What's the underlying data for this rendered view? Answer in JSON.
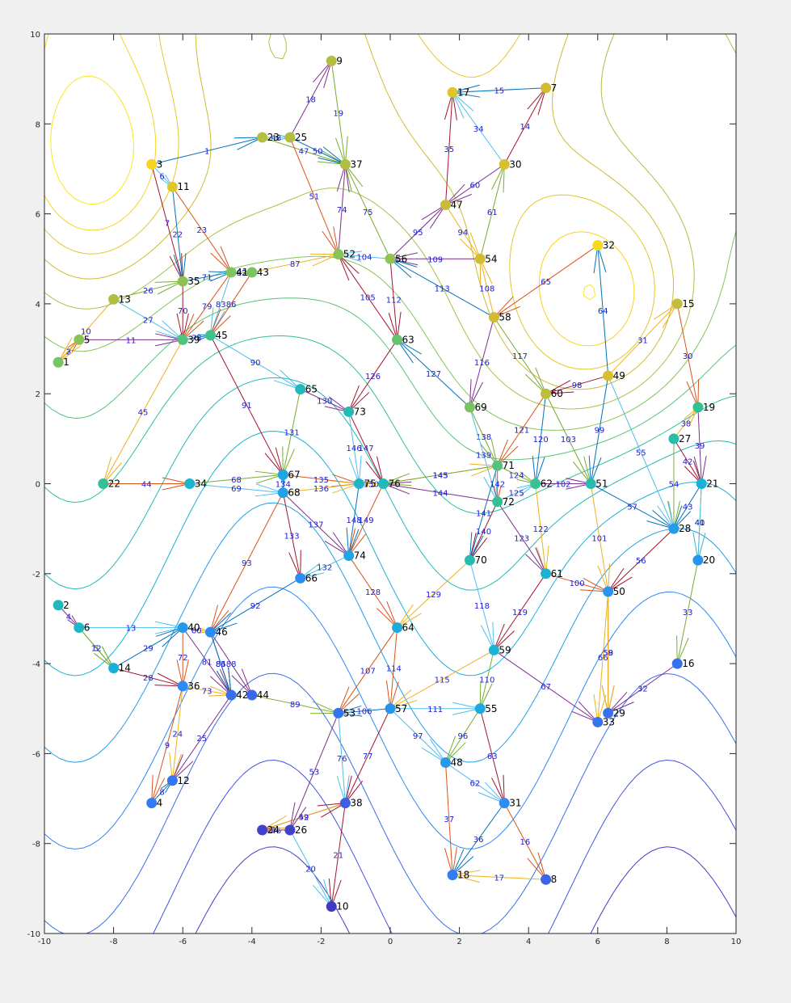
{
  "chart_data": {
    "type": "scatter",
    "title": "",
    "xlabel": "",
    "ylabel": "",
    "xlim": [
      -10,
      10
    ],
    "ylim": [
      -10,
      10
    ],
    "xticks": [
      -10,
      -8,
      -6,
      -4,
      -2,
      0,
      2,
      4,
      6,
      8,
      10
    ],
    "yticks": [
      -10,
      -8,
      -6,
      -4,
      -2,
      0,
      2,
      4,
      6,
      8,
      10
    ],
    "contour_field": "exp-gaussian-bumps",
    "colors": {
      "axes_bg": "#ffffff",
      "figure_bg": "#f0f0f0",
      "edge_palette": [
        "#0072bd",
        "#d95319",
        "#edb120",
        "#7e2f8e",
        "#77ac30",
        "#4dbeee",
        "#a2142f"
      ],
      "level_palette": [
        "#3e26a8",
        "#4352e1",
        "#2e87f7",
        "#19b2d8",
        "#2ec09a",
        "#82c55a",
        "#cfba33",
        "#f8d220",
        "#f9fb15"
      ]
    },
    "nodes": [
      {
        "id": 1,
        "x": -9.6,
        "y": 2.7
      },
      {
        "id": 2,
        "x": -9.6,
        "y": -2.7
      },
      {
        "id": 3,
        "x": -6.9,
        "y": 7.1
      },
      {
        "id": 4,
        "x": -6.9,
        "y": -7.1
      },
      {
        "id": 5,
        "x": -9.0,
        "y": 3.2
      },
      {
        "id": 6,
        "x": -9.0,
        "y": -3.2
      },
      {
        "id": 7,
        "x": 4.5,
        "y": 8.8
      },
      {
        "id": 8,
        "x": 4.5,
        "y": -8.8
      },
      {
        "id": 9,
        "x": -1.7,
        "y": 9.4
      },
      {
        "id": 10,
        "x": -1.7,
        "y": -9.4
      },
      {
        "id": 11,
        "x": -6.3,
        "y": 6.6
      },
      {
        "id": 12,
        "x": -6.3,
        "y": -6.6
      },
      {
        "id": 13,
        "x": -8.0,
        "y": 4.1
      },
      {
        "id": 14,
        "x": -8.0,
        "y": -4.1
      },
      {
        "id": 15,
        "x": 8.3,
        "y": 4.0
      },
      {
        "id": 16,
        "x": 8.3,
        "y": -4.0
      },
      {
        "id": 17,
        "x": 1.8,
        "y": 8.7
      },
      {
        "id": 18,
        "x": 1.8,
        "y": -8.7
      },
      {
        "id": 19,
        "x": 8.9,
        "y": 1.7
      },
      {
        "id": 20,
        "x": 8.9,
        "y": -1.7
      },
      {
        "id": 21,
        "x": 9.0,
        "y": 0.0
      },
      {
        "id": 22,
        "x": -8.3,
        "y": 0.0
      },
      {
        "id": 23,
        "x": -3.7,
        "y": 7.7
      },
      {
        "id": 24,
        "x": -3.7,
        "y": -7.7
      },
      {
        "id": 25,
        "x": -2.9,
        "y": 7.7
      },
      {
        "id": 26,
        "x": -2.9,
        "y": -7.7
      },
      {
        "id": 27,
        "x": 8.2,
        "y": 1.0
      },
      {
        "id": 28,
        "x": 8.2,
        "y": -1.0
      },
      {
        "id": 29,
        "x": 6.3,
        "y": -5.1
      },
      {
        "id": 30,
        "x": 3.3,
        "y": 7.1
      },
      {
        "id": 31,
        "x": 3.3,
        "y": -7.1
      },
      {
        "id": 32,
        "x": 6.0,
        "y": 5.3
      },
      {
        "id": 33,
        "x": 6.0,
        "y": -5.3
      },
      {
        "id": 34,
        "x": -5.8,
        "y": 0.0
      },
      {
        "id": 35,
        "x": -6.0,
        "y": 4.5
      },
      {
        "id": 36,
        "x": -6.0,
        "y": -4.5
      },
      {
        "id": 37,
        "x": -1.3,
        "y": 7.1
      },
      {
        "id": 38,
        "x": -1.3,
        "y": -7.1
      },
      {
        "id": 39,
        "x": -6.0,
        "y": 3.2
      },
      {
        "id": 40,
        "x": -6.0,
        "y": -3.2
      },
      {
        "id": 41,
        "x": -4.6,
        "y": 4.7
      },
      {
        "id": 42,
        "x": -4.6,
        "y": -4.7
      },
      {
        "id": 43,
        "x": -4.0,
        "y": 4.7
      },
      {
        "id": 44,
        "x": -4.0,
        "y": -4.7
      },
      {
        "id": 45,
        "x": -5.2,
        "y": 3.3
      },
      {
        "id": 46,
        "x": -5.2,
        "y": -3.3
      },
      {
        "id": 47,
        "x": 1.6,
        "y": 6.2
      },
      {
        "id": 48,
        "x": 1.6,
        "y": -6.2
      },
      {
        "id": 49,
        "x": 6.3,
        "y": 2.4
      },
      {
        "id": 50,
        "x": 6.3,
        "y": -2.4
      },
      {
        "id": 51,
        "x": 5.8,
        "y": 0.0
      },
      {
        "id": 52,
        "x": -1.5,
        "y": 5.1
      },
      {
        "id": 53,
        "x": -1.5,
        "y": -5.1
      },
      {
        "id": 54,
        "x": 2.6,
        "y": 5.0
      },
      {
        "id": 55,
        "x": 2.6,
        "y": -5.0
      },
      {
        "id": 56,
        "x": 0.0,
        "y": 5.0
      },
      {
        "id": 57,
        "x": 0.0,
        "y": -5.0
      },
      {
        "id": 58,
        "x": 3.0,
        "y": 3.7
      },
      {
        "id": 59,
        "x": 3.0,
        "y": -3.7
      },
      {
        "id": 60,
        "x": 4.5,
        "y": 2.0
      },
      {
        "id": 61,
        "x": 4.5,
        "y": -2.0
      },
      {
        "id": 62,
        "x": 4.2,
        "y": 0.0
      },
      {
        "id": 63,
        "x": 0.2,
        "y": 3.2
      },
      {
        "id": 64,
        "x": 0.2,
        "y": -3.2
      },
      {
        "id": 65,
        "x": -2.6,
        "y": 2.1
      },
      {
        "id": 66,
        "x": -2.6,
        "y": -2.1
      },
      {
        "id": 67,
        "x": -3.1,
        "y": 0.2
      },
      {
        "id": 68,
        "x": -3.1,
        "y": -0.2
      },
      {
        "id": 69,
        "x": 2.3,
        "y": 1.7
      },
      {
        "id": 70,
        "x": 2.3,
        "y": -1.7
      },
      {
        "id": 71,
        "x": 3.1,
        "y": 0.4
      },
      {
        "id": 72,
        "x": 3.1,
        "y": -0.4
      },
      {
        "id": 73,
        "x": -1.2,
        "y": 1.6
      },
      {
        "id": 74,
        "x": -1.2,
        "y": -1.6
      },
      {
        "id": 75,
        "x": -0.9,
        "y": 0.0
      },
      {
        "id": 76,
        "x": -0.2,
        "y": 0.0
      }
    ],
    "edges": [
      {
        "id": 1,
        "from": 3,
        "to": 23
      },
      {
        "id": 2,
        "from": 1,
        "to": 5
      },
      {
        "id": 3,
        "from": 5,
        "to": 1
      },
      {
        "id": 4,
        "from": 2,
        "to": 6
      },
      {
        "id": 5,
        "from": 6,
        "to": 14
      },
      {
        "id": 6,
        "from": 3,
        "to": 11
      },
      {
        "id": 7,
        "from": 3,
        "to": 35
      },
      {
        "id": 8,
        "from": 4,
        "to": 12
      },
      {
        "id": 9,
        "from": 36,
        "to": 4
      },
      {
        "id": 10,
        "from": 13,
        "to": 1
      },
      {
        "id": 11,
        "from": 5,
        "to": 39
      },
      {
        "id": 12,
        "from": 6,
        "to": 14
      },
      {
        "id": 13,
        "from": 6,
        "to": 40
      },
      {
        "id": 14,
        "from": 30,
        "to": 7
      },
      {
        "id": 15,
        "from": 7,
        "to": 17
      },
      {
        "id": 16,
        "from": 31,
        "to": 8
      },
      {
        "id": 17,
        "from": 8,
        "to": 18
      },
      {
        "id": 18,
        "from": 25,
        "to": 9
      },
      {
        "id": 19,
        "from": 9,
        "to": 37
      },
      {
        "id": 20,
        "from": 26,
        "to": 10
      },
      {
        "id": 21,
        "from": 38,
        "to": 10
      },
      {
        "id": 22,
        "from": 11,
        "to": 35
      },
      {
        "id": 23,
        "from": 11,
        "to": 41
      },
      {
        "id": 24,
        "from": 36,
        "to": 12
      },
      {
        "id": 25,
        "from": 42,
        "to": 12
      },
      {
        "id": 26,
        "from": 13,
        "to": 35
      },
      {
        "id": 27,
        "from": 13,
        "to": 39
      },
      {
        "id": 28,
        "from": 14,
        "to": 36
      },
      {
        "id": 29,
        "from": 14,
        "to": 40
      },
      {
        "id": 30,
        "from": 15,
        "to": 19
      },
      {
        "id": 31,
        "from": 49,
        "to": 15
      },
      {
        "id": 32,
        "from": 16,
        "to": 29
      },
      {
        "id": 33,
        "from": 20,
        "to": 16
      },
      {
        "id": 34,
        "from": 30,
        "to": 17
      },
      {
        "id": 35,
        "from": 47,
        "to": 17
      },
      {
        "id": 36,
        "from": 31,
        "to": 18
      },
      {
        "id": 37,
        "from": 48,
        "to": 18
      },
      {
        "id": 38,
        "from": 27,
        "to": 19
      },
      {
        "id": 39,
        "from": 19,
        "to": 21
      },
      {
        "id": 40,
        "from": 21,
        "to": 20
      },
      {
        "id": 41,
        "from": 21,
        "to": 20
      },
      {
        "id": 42,
        "from": 27,
        "to": 21
      },
      {
        "id": 43,
        "from": 21,
        "to": 28
      },
      {
        "id": 44,
        "from": 22,
        "to": 34
      },
      {
        "id": 45,
        "from": 39,
        "to": 22
      },
      {
        "id": 46,
        "from": 26,
        "to": 24
      },
      {
        "id": 47,
        "from": 23,
        "to": 37
      },
      {
        "id": 48,
        "from": 23,
        "to": 25
      },
      {
        "id": 49,
        "from": 24,
        "to": 38
      },
      {
        "id": 50,
        "from": 25,
        "to": 37
      },
      {
        "id": 51,
        "from": 25,
        "to": 52
      },
      {
        "id": 52,
        "from": 38,
        "to": 24
      },
      {
        "id": 53,
        "from": 53,
        "to": 26
      },
      {
        "id": 54,
        "from": 27,
        "to": 28
      },
      {
        "id": 55,
        "from": 49,
        "to": 28
      },
      {
        "id": 56,
        "from": 28,
        "to": 50
      },
      {
        "id": 57,
        "from": 51,
        "to": 28
      },
      {
        "id": 58,
        "from": 50,
        "to": 29
      },
      {
        "id": 59,
        "from": 50,
        "to": 29
      },
      {
        "id": 60,
        "from": 30,
        "to": 47
      },
      {
        "id": 61,
        "from": 54,
        "to": 30
      },
      {
        "id": 62,
        "from": 48,
        "to": 31
      },
      {
        "id": 63,
        "from": 55,
        "to": 31
      },
      {
        "id": 64,
        "from": 49,
        "to": 32
      },
      {
        "id": 65,
        "from": 32,
        "to": 58
      },
      {
        "id": 66,
        "from": 50,
        "to": 33
      },
      {
        "id": 67,
        "from": 59,
        "to": 33
      },
      {
        "id": 68,
        "from": 34,
        "to": 67
      },
      {
        "id": 69,
        "from": 34,
        "to": 68
      },
      {
        "id": 70,
        "from": 35,
        "to": 39
      },
      {
        "id": 71,
        "from": 35,
        "to": 41
      },
      {
        "id": 72,
        "from": 40,
        "to": 36
      },
      {
        "id": 73,
        "from": 36,
        "to": 42
      },
      {
        "id": 74,
        "from": 52,
        "to": 37
      },
      {
        "id": 75,
        "from": 56,
        "to": 37
      },
      {
        "id": 76,
        "from": 53,
        "to": 38
      },
      {
        "id": 77,
        "from": 57,
        "to": 38
      },
      {
        "id": 78,
        "from": 39,
        "to": 45
      },
      {
        "id": 79,
        "from": 41,
        "to": 39
      },
      {
        "id": 80,
        "from": 40,
        "to": 46
      },
      {
        "id": 81,
        "from": 40,
        "to": 42
      },
      {
        "id": 82,
        "from": 41,
        "to": 43
      },
      {
        "id": 83,
        "from": 41,
        "to": 45
      },
      {
        "id": 84,
        "from": 46,
        "to": 42
      },
      {
        "id": 85,
        "from": 46,
        "to": 42
      },
      {
        "id": 86,
        "from": 43,
        "to": 45
      },
      {
        "id": 87,
        "from": 43,
        "to": 52
      },
      {
        "id": 88,
        "from": 46,
        "to": 44
      },
      {
        "id": 89,
        "from": 44,
        "to": 53
      },
      {
        "id": 90,
        "from": 45,
        "to": 65
      },
      {
        "id": 91,
        "from": 45,
        "to": 67
      },
      {
        "id": 92,
        "from": 66,
        "to": 46
      },
      {
        "id": 93,
        "from": 68,
        "to": 46
      },
      {
        "id": 94,
        "from": 47,
        "to": 54
      },
      {
        "id": 95,
        "from": 56,
        "to": 47
      },
      {
        "id": 96,
        "from": 55,
        "to": 48
      },
      {
        "id": 97,
        "from": 57,
        "to": 48
      },
      {
        "id": 98,
        "from": 49,
        "to": 60
      },
      {
        "id": 99,
        "from": 49,
        "to": 51
      },
      {
        "id": 100,
        "from": 61,
        "to": 50
      },
      {
        "id": 101,
        "from": 51,
        "to": 50
      },
      {
        "id": 102,
        "from": 62,
        "to": 51
      },
      {
        "id": 103,
        "from": 60,
        "to": 51
      },
      {
        "id": 104,
        "from": 56,
        "to": 52
      },
      {
        "id": 105,
        "from": 63,
        "to": 52
      },
      {
        "id": 106,
        "from": 57,
        "to": 53
      },
      {
        "id": 107,
        "from": 64,
        "to": 53
      },
      {
        "id": 108,
        "from": 58,
        "to": 54
      },
      {
        "id": 109,
        "from": 54,
        "to": 56
      },
      {
        "id": 110,
        "from": 59,
        "to": 55
      },
      {
        "id": 111,
        "from": 57,
        "to": 55
      },
      {
        "id": 112,
        "from": 56,
        "to": 63
      },
      {
        "id": 113,
        "from": 58,
        "to": 56
      },
      {
        "id": 114,
        "from": 64,
        "to": 57
      },
      {
        "id": 115,
        "from": 59,
        "to": 57
      },
      {
        "id": 116,
        "from": 58,
        "to": 69
      },
      {
        "id": 117,
        "from": 58,
        "to": 60
      },
      {
        "id": 118,
        "from": 70,
        "to": 59
      },
      {
        "id": 119,
        "from": 61,
        "to": 59
      },
      {
        "id": 120,
        "from": 60,
        "to": 62
      },
      {
        "id": 121,
        "from": 60,
        "to": 71
      },
      {
        "id": 122,
        "from": 62,
        "to": 61
      },
      {
        "id": 123,
        "from": 72,
        "to": 61
      },
      {
        "id": 124,
        "from": 71,
        "to": 62
      },
      {
        "id": 125,
        "from": 72,
        "to": 62
      },
      {
        "id": 126,
        "from": 63,
        "to": 73
      },
      {
        "id": 127,
        "from": 69,
        "to": 63
      },
      {
        "id": 128,
        "from": 74,
        "to": 64
      },
      {
        "id": 129,
        "from": 70,
        "to": 64
      },
      {
        "id": 130,
        "from": 65,
        "to": 73
      },
      {
        "id": 131,
        "from": 65,
        "to": 67
      },
      {
        "id": 132,
        "from": 74,
        "to": 66
      },
      {
        "id": 133,
        "from": 68,
        "to": 66
      },
      {
        "id": 134,
        "from": 68,
        "to": 67
      },
      {
        "id": 135,
        "from": 67,
        "to": 75
      },
      {
        "id": 136,
        "from": 68,
        "to": 75
      },
      {
        "id": 137,
        "from": 68,
        "to": 74
      },
      {
        "id": 138,
        "from": 69,
        "to": 71
      },
      {
        "id": 139,
        "from": 69,
        "to": 72
      },
      {
        "id": 140,
        "from": 72,
        "to": 70
      },
      {
        "id": 141,
        "from": 71,
        "to": 70
      },
      {
        "id": 142,
        "from": 71,
        "to": 72
      },
      {
        "id": 143,
        "from": 76,
        "to": 71
      },
      {
        "id": 144,
        "from": 72,
        "to": 76
      },
      {
        "id": 145,
        "from": 71,
        "to": 76
      },
      {
        "id": 146,
        "from": 73,
        "to": 75
      },
      {
        "id": 147,
        "from": 73,
        "to": 76
      },
      {
        "id": 148,
        "from": 75,
        "to": 74
      },
      {
        "id": 149,
        "from": 76,
        "to": 74
      },
      {
        "id": 150,
        "from": 76,
        "to": 75
      }
    ]
  }
}
